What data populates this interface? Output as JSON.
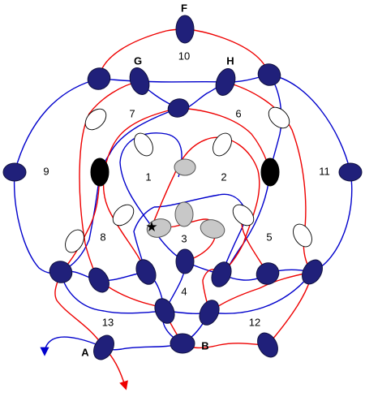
{
  "colors": {
    "blue_path": "#0000cc",
    "red_path": "#ee0000",
    "node_fill": "#20207a",
    "black_node": "#000000",
    "grey_node": "#c8c8c8"
  },
  "node_labels": {
    "F": "F",
    "G": "G",
    "H": "H",
    "A": "A",
    "B": "B"
  },
  "regions": [
    "1",
    "2",
    "3",
    "4",
    "5",
    "6",
    "7",
    "8",
    "9",
    "10",
    "11",
    "12",
    "13"
  ],
  "marker": "★"
}
